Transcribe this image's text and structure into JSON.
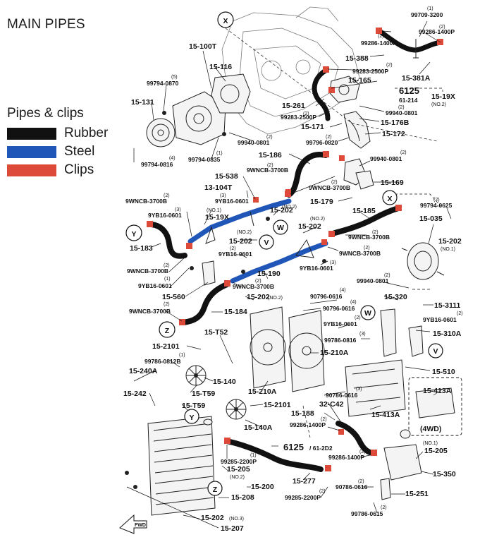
{
  "title": "MAIN PIPES",
  "legend": {
    "title": "Pipes & clips",
    "items": [
      {
        "label": "Rubber",
        "color": "#111111"
      },
      {
        "label": "Steel",
        "color": "#1f56b8"
      },
      {
        "label": "Clips",
        "color": "#de4a3a"
      }
    ]
  },
  "colors": {
    "rubber": "#111111",
    "steel": "#1f56b8",
    "clip": "#de4a3a"
  },
  "callouts": {
    "X": "X",
    "Y": "Y",
    "V": "V",
    "W": "W",
    "Z": "Z"
  },
  "labels": {
    "l_99709": "99709-3200",
    "q_99709": "(1)",
    "l_99286_1400P_a": "99286-1400P",
    "q_99286_a": "(2)",
    "l_99286_1400P_b": "99286-1400P",
    "q_99286_b": "(2)",
    "l_15_100T": "15-100T",
    "l_15_116": "15-116",
    "l_15_388": "15-388",
    "l_99283_2500P_a": "99283-2500P",
    "q_99283_a": "(2)",
    "l_15_165": "15-165",
    "l_15_381A": "15-381A",
    "l_6125_top": "6125",
    "l_61_214": "61-214",
    "l_15_19X_top": "15-19X",
    "q_15_19X_top": "(NO.2)",
    "l_99794_0870": "99794-0870",
    "q_99794_0870": "(5)",
    "l_15_131": "15-131",
    "l_15_261": "15-261",
    "l_99283_2500P_b": "99283-2500P",
    "q_99283_b": "(2)",
    "l_99940_0801_a": "99940-0801",
    "q_99940_a": "(2)",
    "l_15_176B": "15-176B",
    "l_15_171": "15-171",
    "l_15_172": "15-172",
    "l_99940_0801_b": "99940-0801",
    "q_99940_b": "(2)",
    "l_99796_0820": "99796-0820",
    "q_99796_0820": "(2)",
    "l_99794_0816": "99794-0816",
    "q_99794_0816": "(4)",
    "l_99794_0835": "99794-0835",
    "q_99794_0835": "(1)",
    "l_15_186": "15-186",
    "l_99940_0801_c": "99940-0801",
    "q_99940_c": "(2)",
    "l_15_538": "15-538",
    "l_9WNCB_a": "9WNCB-3700B",
    "q_9WNCB_a": "(2)",
    "l_9WNCB_b": "9WNCB-3700B",
    "q_9WNCB_b": "(2)",
    "l_15_169": "15-169",
    "l_13_104T": "13-104T",
    "l_9YB16_a": "9YB16-0601",
    "q_9YB16_a": "(3)",
    "l_15_179": "15-179",
    "l_15_185": "15-185",
    "l_99794_0625": "99794-0625",
    "q_99794_0625": "(2)",
    "l_9WNCB_c": "9WNCB-3700B",
    "q_9WNCB_c": "(2)",
    "l_9YB16_b": "9YB16-0601",
    "q_9YB16_b": "(3)",
    "l_15_19X_mid": "15-19X",
    "q_15_19X_mid": "(NO.1)",
    "l_15_202_a": "15-202",
    "q_15_202_a": "(NO.2)",
    "l_15_202_b": "15-202",
    "q_15_202_b": "(NO.2)",
    "l_15_035": "15-035",
    "l_15_202_c": "15-202",
    "q_15_202_c": "(NO.2)",
    "l_9WNCB_d": "9WNCB-3700B",
    "q_9WNCB_d": "(2)",
    "l_15_202_d": "15-202",
    "q_15_202_d": "(NO.1)",
    "l_15_183": "15-183",
    "l_9YB16_c": "9YB16-0601",
    "q_9YB16_c": "(2)",
    "l_9WNCB_e": "9WNCB-3700B",
    "q_9WNCB_e": "(2)",
    "l_9WNCB_f": "9WNCB-3700B",
    "q_9WNCB_f": "(2)",
    "l_9YB16_d": "9YB16-0601",
    "q_9YB16_d": "(3)",
    "l_15_190": "15-190",
    "l_99940_0801_d": "99940-0801",
    "q_99940_d": "(2)",
    "l_9YB16_e": "9YB16-0601",
    "q_9YB16_e": "(1)",
    "l_9WNCB_g": "9WNCB-3700B",
    "q_9WNCB_g": "(2)",
    "l_90796_0616_a": "90796-0616",
    "q_90796_a": "(4)",
    "l_15_320": "15-320",
    "l_15_560": "15-560",
    "l_15_202_e": "15-202",
    "q_15_202_e": "(NO.2)",
    "l_15_3111": "15-3111",
    "l_9WNCB_h": "9WNCB-3700B",
    "q_9WNCB_h": "(2)",
    "l_15_184": "15-184",
    "l_90796_0616_b": "90796-0616",
    "q_90796_b": "(4)",
    "l_9YB16_f": "9YB16-0601",
    "q_9YB16_f": "(2)",
    "l_9YB16_g": "9YB16-0601",
    "q_9YB16_g": "(2)",
    "l_15_310A": "15-310A",
    "l_15_T52": "15-T52",
    "l_99786_0816": "99786-0816",
    "q_99786_0816": "(3)",
    "l_15_2101_a": "15-2101",
    "l_15_210A_a": "15-210A",
    "l_99786_0812B": "99786-0812B",
    "q_99786_0812B": "(1)",
    "l_15_240A": "15-240A",
    "l_15_140": "15-140",
    "l_15_510": "15-510",
    "l_15_242": "15-242",
    "l_15_T59_a": "15-T59",
    "l_15_210A_b": "15-210A",
    "l_90786_0616_a": "90786-0616",
    "q_90786_a": "(3)",
    "l_15_413A_a": "15-413A",
    "l_15_T59_b": "15-T59",
    "l_15_2101_b": "15-2101",
    "l_15_188": "15-188",
    "l_32_C42": "32-C42",
    "l_15_413A_b": "15-413A",
    "l_15_140A": "15-140A",
    "l_99286_1400P_c": "99286-1400P",
    "q_99286_c": "(2)",
    "l_4wd": "(4WD)",
    "l_6125_bot": "6125",
    "l_61_2D2": "/ 61-2D2",
    "l_99285_2200P_a": "99285-2200P",
    "q_99285_a": "(1)",
    "l_99286_1400P_d": "99286-1400P",
    "q_99286_d": "(2)",
    "l_15_205_a": "15-205",
    "q_15_205_a": "(NO.1)",
    "l_15_205_b": "15-205",
    "q_15_205_b": "(NO.2)",
    "l_15_350": "15-350",
    "l_15_277": "15-277",
    "l_90786_0616_b": "90786-0616",
    "q_90786_b": "(2)",
    "l_15_200": "15-200",
    "l_15_208": "15-208",
    "l_99285_2200P_b": "99285-2200P",
    "q_99285_b": "(2)",
    "l_15_251": "15-251",
    "l_99786_0615": "99786-0615",
    "q_99786_0615": "(2)",
    "l_15_202_f": "15-202",
    "q_15_202_f": "(NO.3)",
    "l_15_207": "15-207",
    "l_fwd": "FWD"
  }
}
